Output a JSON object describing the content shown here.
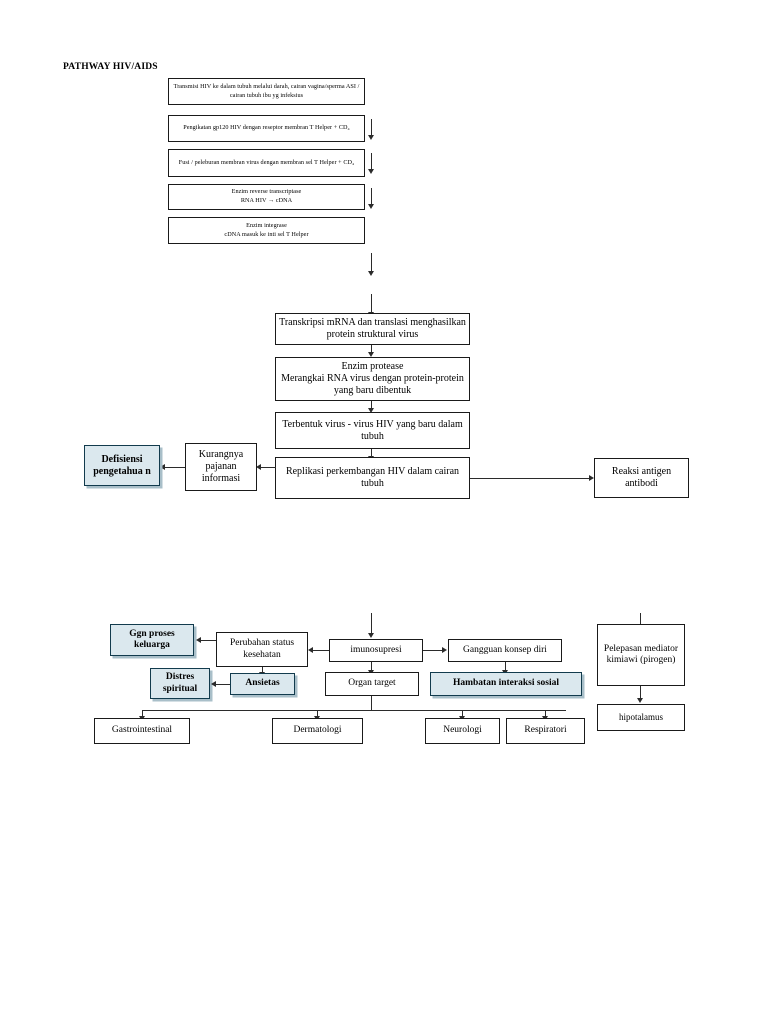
{
  "document": {
    "title": "PATHWAY HIV/AIDS"
  },
  "theme": {
    "highlight_fill": "#dbe8ee",
    "highlight_border": "#123b4d",
    "highlight_shadow": "#a9bfc9",
    "node_border": "#1a1a1a",
    "connector": "#2b2b2b",
    "page_background": "#ffffff"
  },
  "nodes": {
    "transmisi": "Transmisi HIV ke dalam tubuh melalui darah, cairan vagina/sperma ASI / cairan tubuh ibu yg infeksius",
    "pengikatan": "Pengikatan gp120  HIV dengan reseptor membran T Helper + CD₄",
    "fusi": "Fusi / peleburan membran virus dengan membran sel T  Helper + CD₄",
    "reverse_transcriptase_title": "Enzim reverse transcriptase",
    "reverse_transcriptase_body": "RNA HIV → cDNA",
    "integrase_title": "Enzim integrase",
    "integrase_body": "cDNA masuk ke inti sel  T Helper",
    "transkripsi": "Transkripsi mRNA dan translasi menghasilkan protein struktural virus",
    "protease_title": "Enzim protease",
    "protease_body": "Merangkai RNA virus dengan protein-protein yang baru dibentuk",
    "terbentuk_virus": "Terbentuk virus - virus HIV yang baru dalam tubuh",
    "replikasi": "Replikasi perkembangan HIV dalam cairan tubuh",
    "kurangnya_pajanan": "Kurangnya pajanan informasi",
    "defisiensi_pengetahuan": "Defisiensi pengetahua n",
    "reaksi_antigen": "Reaksi antigen antibodi",
    "ggn_proses_keluarga": "Ggn proses keluarga",
    "perubahan_status": "Perubahan status kesehatan",
    "imunosupresi": "imunosupresi",
    "gangguan_konsep_diri": "Gangguan konsep diri",
    "distres_spiritual": "Distres spiritual",
    "ansietas": "Ansietas",
    "organ_target": "Organ target",
    "hambatan_interaksi": "Hambatan interaksi sosial",
    "pelepasan_mediator": "Pelepasan mediator kimiawi (pirogen)",
    "hipotalamus": "hipotalamus",
    "gastrointestinal": "Gastrointestinal",
    "dermatologi": "Dermatologi",
    "neurologi": "Neurologi",
    "respiratori": "Respiratori"
  }
}
